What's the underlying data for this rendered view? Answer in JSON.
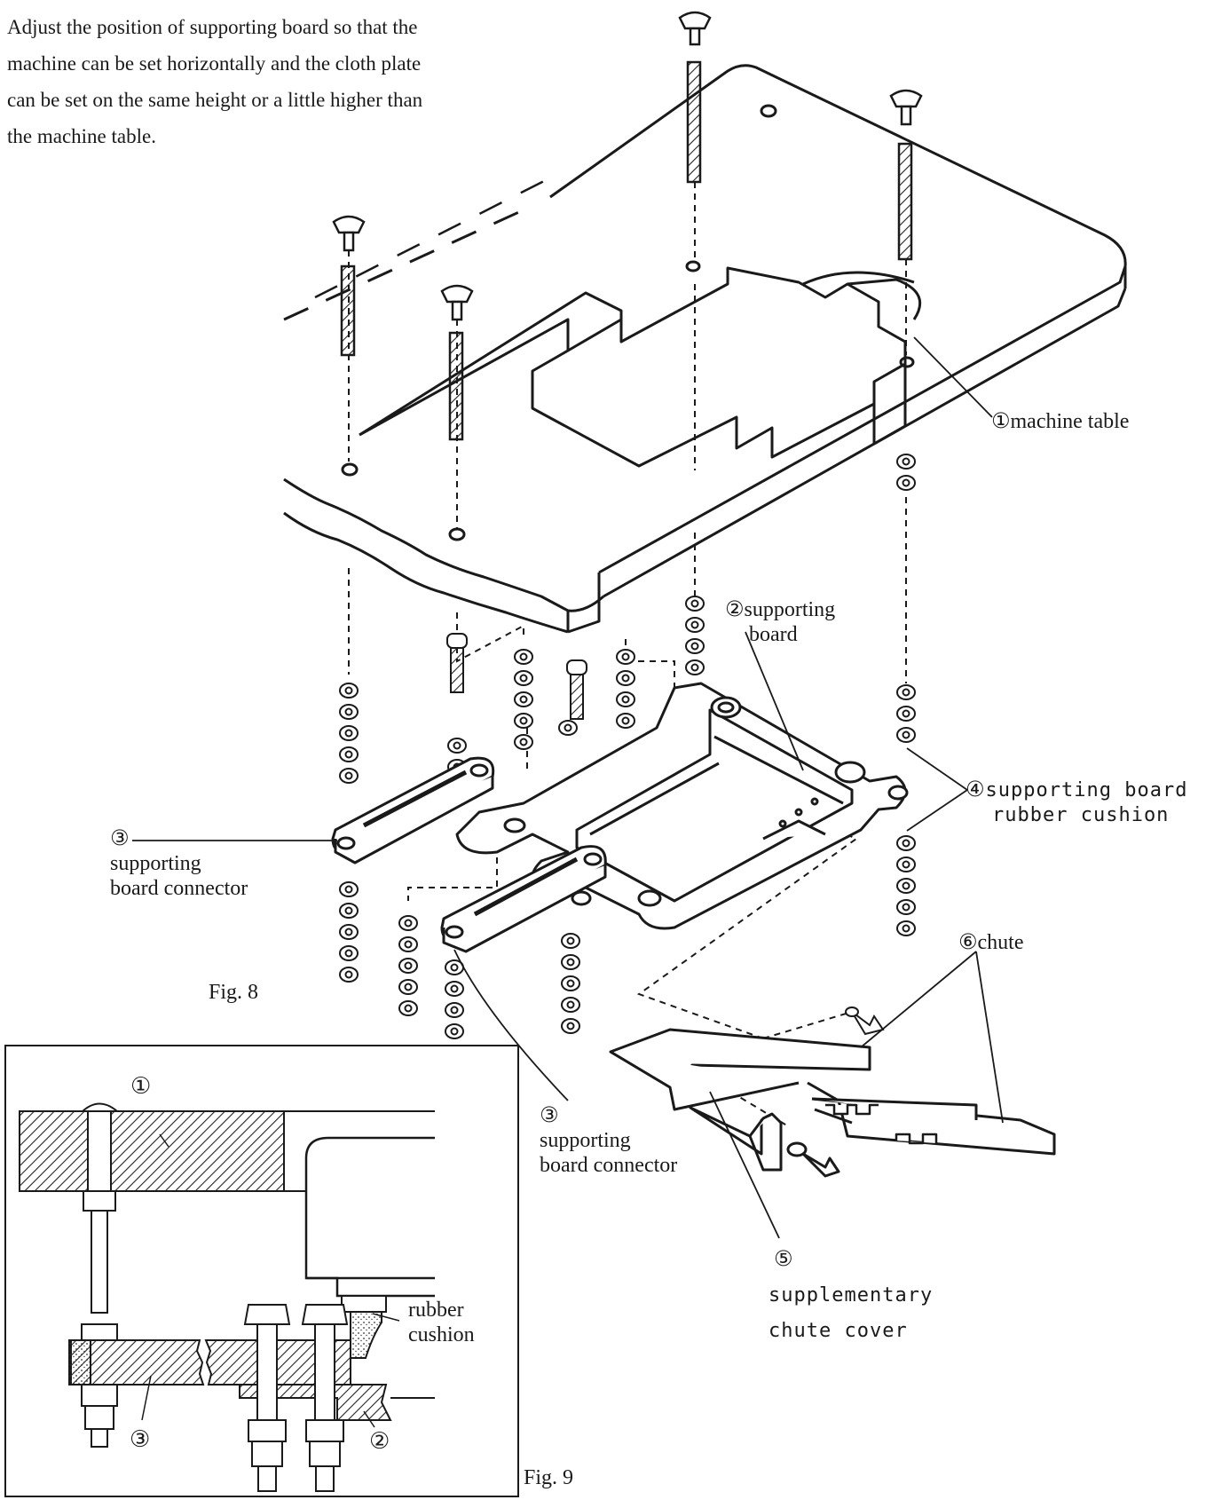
{
  "intro_lines": [
    "Adjust the position of supporting board so that the",
    "machine can be set horizontally and the cloth plate",
    "can be set on the same height or a little higher than",
    "the machine table."
  ],
  "labels": {
    "machine_table_num": "①",
    "machine_table": "machine table",
    "supporting_board_num": "②",
    "supporting_board_1": "supporting",
    "supporting_board_2": "board",
    "rubber_cushion_num": "④",
    "rubber_cushion_1": "supporting board",
    "rubber_cushion_2": "rubber cushion",
    "connector_left_num": "③",
    "connector_left_1": "supporting",
    "connector_left_2": "board connector",
    "connector_center_num": "③",
    "connector_center_1": "supporting",
    "connector_center_2": "board connector",
    "chute_num": "⑥",
    "chute": "chute",
    "chute_cover_num": "⑤",
    "chute_cover_1": "supplementary",
    "chute_cover_2": "chute cover"
  },
  "fig8": "Fig. 8",
  "fig9": "Fig. 9",
  "detail": {
    "num1": "①",
    "num2": "②",
    "num3": "③",
    "rubber_1": "rubber",
    "rubber_2": "cushion"
  }
}
